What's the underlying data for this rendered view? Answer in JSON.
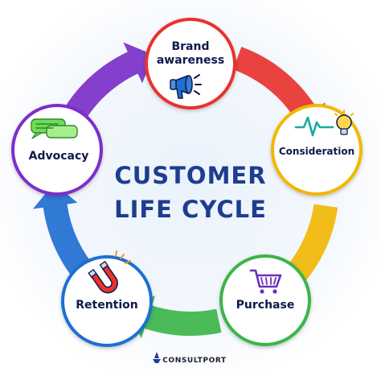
{
  "title": {
    "line1": "CUSTOMER",
    "line2": "LIFE CYCLE",
    "color": "#1e3d8f"
  },
  "stages": [
    {
      "id": "brand-awareness",
      "lines": [
        "Brand",
        "awareness"
      ],
      "icon": "megaphone-icon",
      "color": "#e8332f"
    },
    {
      "id": "consideration",
      "lines": [
        "Consideration"
      ],
      "icon": "lightbulb-pulse-icon",
      "color": "#f2b705"
    },
    {
      "id": "purchase",
      "lines": [
        "Purchase"
      ],
      "icon": "shopping-cart-icon",
      "color": "#3bb54a"
    },
    {
      "id": "retention",
      "lines": [
        "Retention"
      ],
      "icon": "magnet-icon",
      "color": "#1f6fd1"
    },
    {
      "id": "advocacy",
      "lines": [
        "Advocacy"
      ],
      "icon": "chat-bubbles-icon",
      "color": "#7b2fc9"
    }
  ],
  "logo": {
    "text": "CONSULTPORT",
    "icon": "ship-logo-icon"
  }
}
